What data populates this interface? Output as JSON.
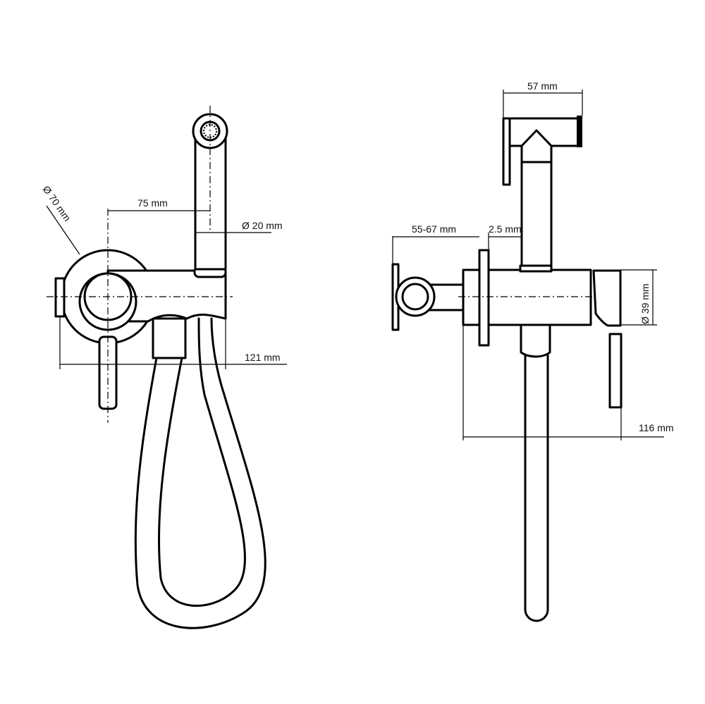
{
  "front_view": {
    "diameter_70": "Ø 70 mm",
    "offset_75": "75 mm",
    "diameter_20": "Ø 20 mm",
    "width_121": "121 mm"
  },
  "side_view": {
    "head_57": "57 mm",
    "wall_55_67": "55-67 mm",
    "plate_2_5": "2.5 mm",
    "body_39": "Ø 39 mm",
    "length_116": "116 mm"
  }
}
